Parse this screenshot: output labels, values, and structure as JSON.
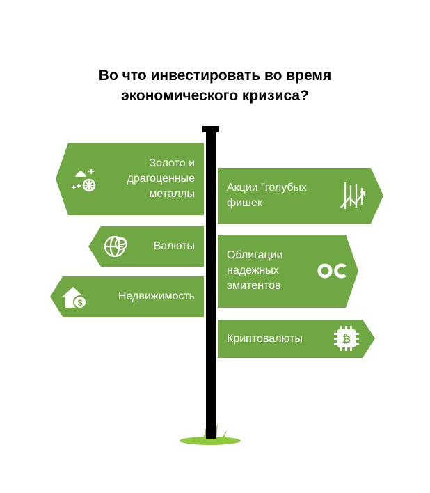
{
  "title": {
    "line1": "Во что инвестировать во время",
    "line2": "экономического кризиса?"
  },
  "signs": {
    "gold": {
      "line1": "Золото и",
      "line2": "драгоценные",
      "line3": "металлы",
      "icon": "gold-ore-icon"
    },
    "bluechip": {
      "line1": "Акции \"голубых",
      "line2": "фишек",
      "icon": "stock-growth-icon"
    },
    "currencies": {
      "line1": "Валюты",
      "icon": "globe-currency-icon"
    },
    "bonds": {
      "line1": "Облигации",
      "line2": "надежных",
      "line3": "эмитентов",
      "icon": "bond-oc-icon"
    },
    "realestate": {
      "line1": "Недвижимость",
      "icon": "house-money-icon"
    },
    "crypto": {
      "line1": "Криптовалюты",
      "icon": "bitcoin-chip-icon"
    }
  },
  "colors": {
    "sign_green": "#6fa843",
    "pole": "#000000",
    "grass": "#8fc73e",
    "text_light": "#ffffff"
  }
}
